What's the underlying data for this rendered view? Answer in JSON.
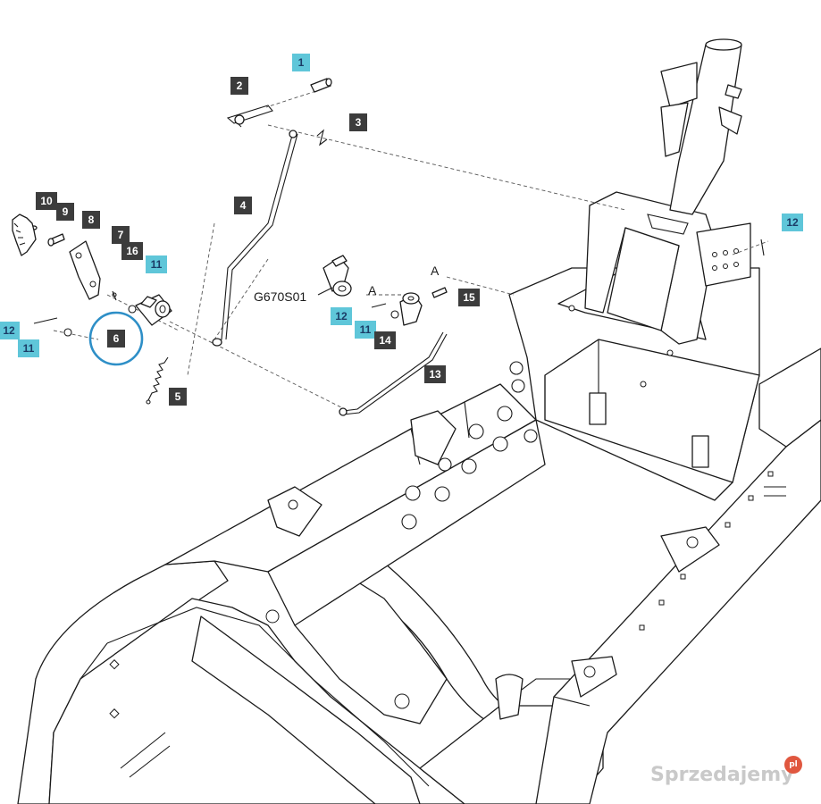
{
  "callouts": {
    "c1": "1",
    "c2": "2",
    "c3": "3",
    "c4": "4",
    "c5": "5",
    "c6": "6",
    "c7": "7",
    "c8": "8",
    "c9": "9",
    "c10": "10",
    "c11a": "11",
    "c11b": "11",
    "c11c": "11",
    "c12a": "12",
    "c12b": "12",
    "c12c": "12",
    "c13": "13",
    "c14": "14",
    "c15": "15",
    "c16": "16"
  },
  "labels": {
    "drawing_ref": "G670S01",
    "connector_a1": "A",
    "connector_a2": "A"
  },
  "colors": {
    "callout_dark": "#3c3c3c",
    "callout_cyan": "#5fc6d9",
    "highlight": "#2e8fc7"
  },
  "watermark": {
    "text": "Sprzedajemy",
    "badge": "pl"
  }
}
